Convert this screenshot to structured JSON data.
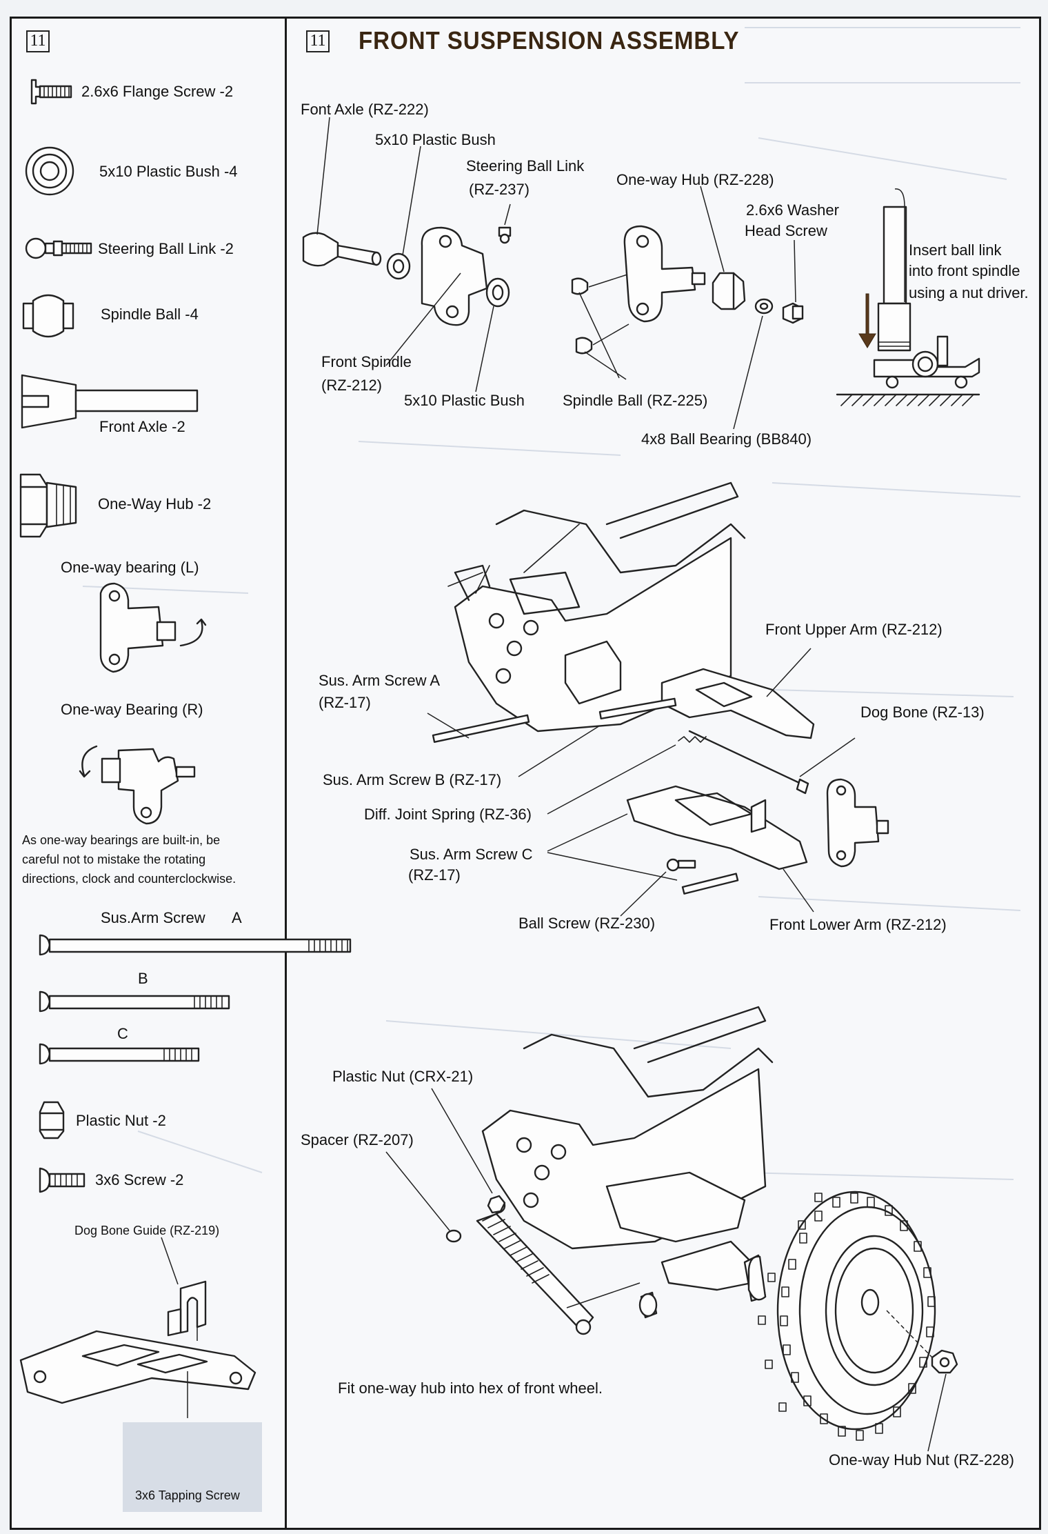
{
  "step_number": "11",
  "title": "FRONT SUSPENSION ASSEMBLY",
  "parts_list": {
    "flange_screw": "2.6x6 Flange Screw -2",
    "plastic_bush": "5x10 Plastic Bush -4",
    "steering_ball_link": "Steering Ball Link -2",
    "spindle_ball": "Spindle Ball -4",
    "front_axle": "Front Axle -2",
    "one_way_hub": "One-Way Hub -2",
    "bearing_l": "One-way bearing (L)",
    "bearing_r": "One-way Bearing (R)",
    "bearing_note": [
      "As one-way bearings are built-in, be",
      "careful not to mistake the rotating",
      "directions, clock and counterclockwise."
    ],
    "sus_arm_screw": "Sus.Arm Screw",
    "screw_a": "A",
    "screw_b": "B",
    "screw_c": "C",
    "plastic_nut": "Plastic Nut -2",
    "screw_3x6": "3x6 Screw -2",
    "dog_bone_guide": "Dog Bone Guide (RZ-219)",
    "tapping_screw": "3x6 Tapping Screw"
  },
  "top_diagram": {
    "font_axle": "Font Axle (RZ-222)",
    "plastic_bush_top": "5x10 Plastic Bush",
    "steering_ball_link_1": "Steering Ball Link",
    "steering_ball_link_2": "(RZ-237)",
    "one_way_hub": "One-way Hub (RZ-228)",
    "washer_screw_1": "2.6x6 Washer",
    "washer_screw_2": "Head Screw",
    "insert_note": [
      "Insert ball link",
      "into front spindle",
      "using a nut driver."
    ],
    "front_spindle_1": "Front Spindle",
    "front_spindle_2": "(RZ-212)",
    "plastic_bush_bottom": "5x10 Plastic Bush",
    "spindle_ball": "Spindle Ball (RZ-225)",
    "ball_bearing": "4x8 Ball Bearing (BB840)"
  },
  "middle_diagram": {
    "front_upper_arm": "Front Upper Arm (RZ-212)",
    "sus_arm_screw_a_1": "Sus. Arm Screw A",
    "sus_arm_screw_a_2": "(RZ-17)",
    "dog_bone": "Dog Bone (RZ-13)",
    "sus_arm_screw_b": "Sus. Arm Screw B (RZ-17)",
    "diff_joint_spring": "Diff. Joint Spring (RZ-36)",
    "sus_arm_screw_c_1": "Sus. Arm Screw C",
    "sus_arm_screw_c_2": "(RZ-17)",
    "ball_screw": "Ball Screw (RZ-230)",
    "front_lower_arm": "Front Lower Arm (RZ-212)"
  },
  "bottom_diagram": {
    "plastic_nut": "Plastic Nut (CRX-21)",
    "spacer": "Spacer (RZ-207)",
    "fit_note": "Fit one-way hub into hex of front wheel.",
    "hub_nut": "One-way Hub Nut (RZ-228)"
  }
}
